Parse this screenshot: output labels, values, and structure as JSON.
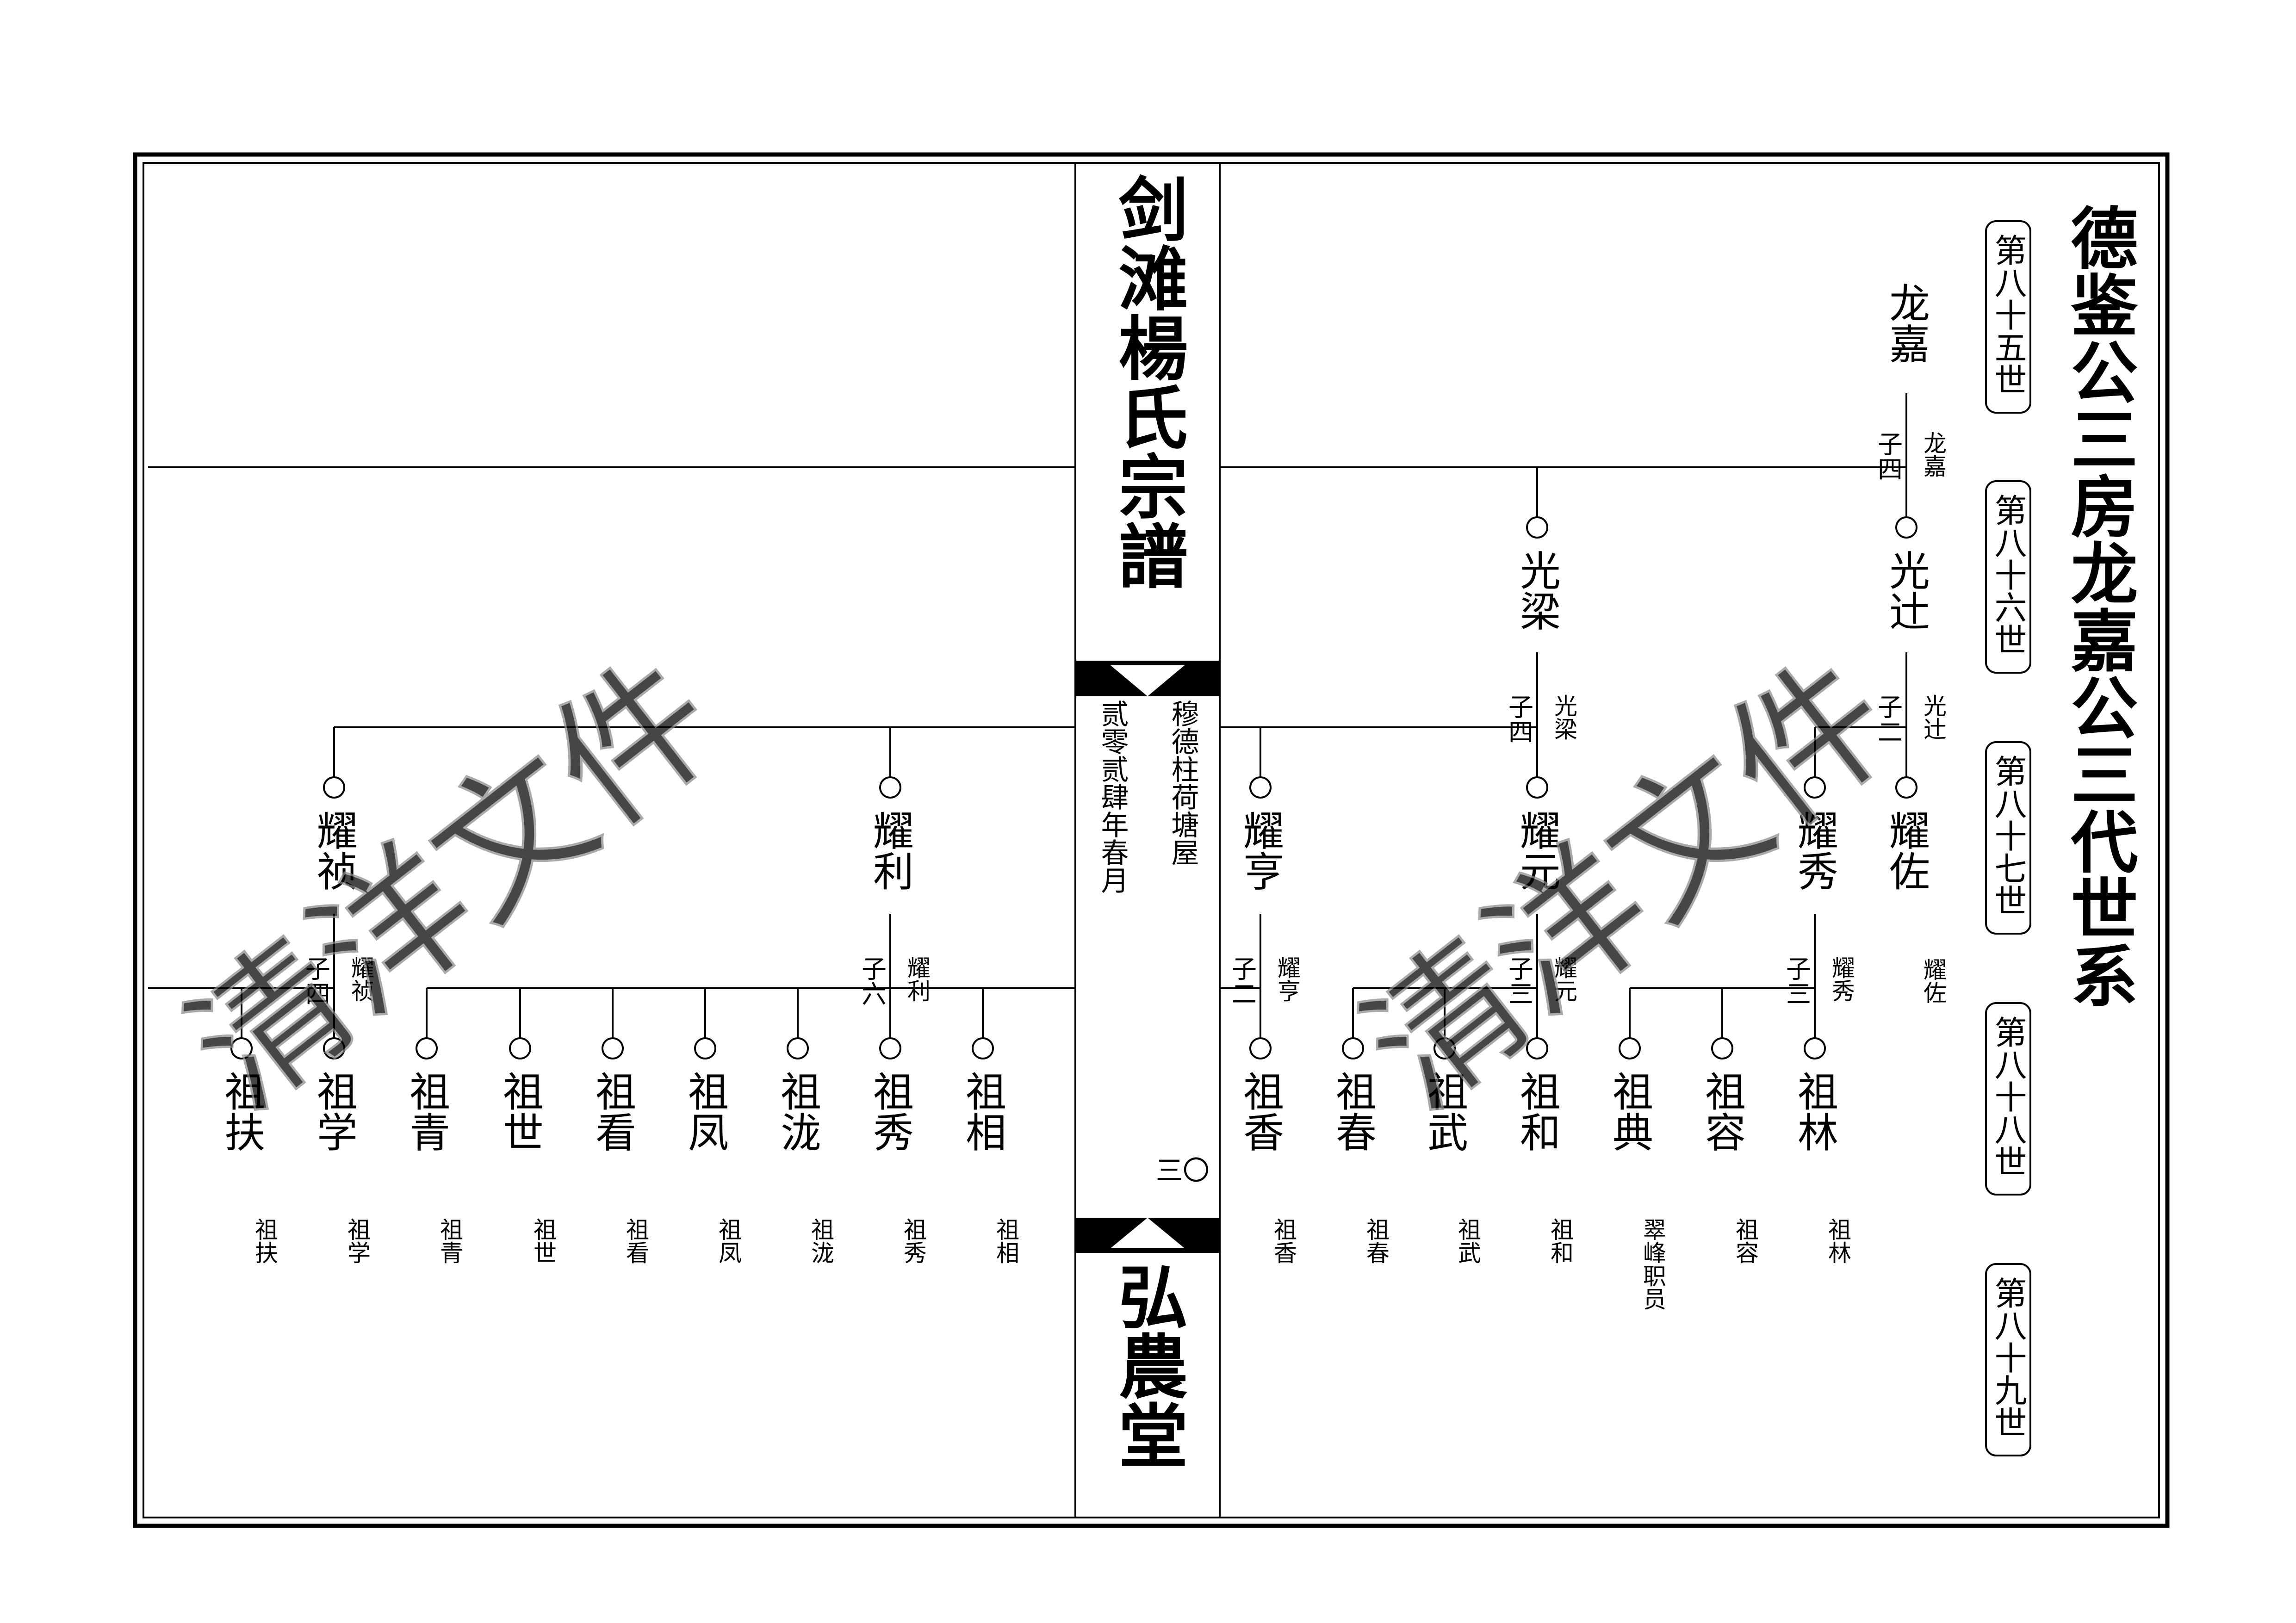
{
  "page": {
    "spine_title": "剑滩楊氏宗譜",
    "hall_name": "弘農堂",
    "publisher": "穆德柱荷塘屋",
    "date": "贰零贰肆年春月",
    "page_number": "三〇",
    "section_title": "德鉴公三房龙嘉公三代世系"
  },
  "generations": [
    "第八十五世",
    "第八十六世",
    "第八十七世",
    "第八十八世",
    "第八十九世"
  ],
  "watermark": "清洋文件",
  "gen85": {
    "name": "龙嘉",
    "sons_note": "子四",
    "father_tag": "龙嘉"
  },
  "gen86": [
    {
      "name": "光辻",
      "sons_note": "子二",
      "father_tag": "光辻"
    },
    {
      "name": "光梁",
      "sons_note": "子四",
      "father_tag": "光梁"
    }
  ],
  "gen87": [
    {
      "name": "耀佐",
      "sons_note": "",
      "father_tag": "耀佐"
    },
    {
      "name": "耀秀",
      "sons_note": "子三",
      "father_tag": "耀秀"
    },
    {
      "name": "耀元",
      "sons_note": "子三",
      "father_tag": "耀元"
    },
    {
      "name": "耀亨",
      "sons_note": "子二",
      "father_tag": "耀亨"
    },
    {
      "name": "耀利",
      "sons_note": "子六",
      "father_tag": "耀利"
    },
    {
      "name": "耀祯",
      "sons_note": "子四",
      "father_tag": "耀祯"
    }
  ],
  "gen88": [
    {
      "name": "祖林",
      "note": "祖林"
    },
    {
      "name": "祖容",
      "note": "祖容"
    },
    {
      "name": "祖典",
      "note": "翠峰职员"
    },
    {
      "name": "祖和",
      "note": "祖和"
    },
    {
      "name": "祖武",
      "note": "祖武"
    },
    {
      "name": "祖春",
      "note": "祖春"
    },
    {
      "name": "祖香",
      "note": "祖香"
    },
    {
      "name": "祖相",
      "note": "祖相"
    },
    {
      "name": "祖秀",
      "note": "祖秀"
    },
    {
      "name": "祖泷",
      "note": "祖泷"
    },
    {
      "name": "祖凤",
      "note": "祖凤"
    },
    {
      "name": "祖看",
      "note": "祖看"
    },
    {
      "name": "祖世",
      "note": "祖世"
    },
    {
      "name": "祖青",
      "note": "祖青"
    },
    {
      "name": "祖学",
      "note": "祖学"
    },
    {
      "name": "祖扶",
      "note": "祖扶"
    }
  ],
  "colors": {
    "ink": "#000000",
    "paper": "#ffffff",
    "watermark": "#cfcfcf"
  }
}
